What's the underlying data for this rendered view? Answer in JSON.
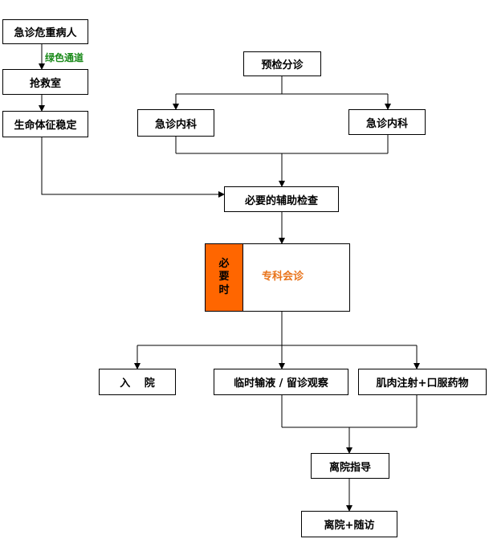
{
  "nodes": {
    "critical_patient": "急诊危重病人",
    "green_channel": "绿色通道",
    "rescue_room": "抢救室",
    "vitals_stable": "生命体征稳定",
    "triage": "预检分诊",
    "er_internal_left": "急诊内科",
    "er_internal_right": "急诊内科",
    "aux_exam": "必要的辅助检查",
    "when_needed": "必要时",
    "specialist_consult": "专科会诊",
    "admit": "入　 院",
    "iv_observation": "临时输液 / 留诊观察",
    "im_injection_oral": "肌肉注射+口服药物",
    "discharge_guidance": "离院指导",
    "discharge_followup": "离院+随访"
  },
  "colors": {
    "accent_orange": "#ff6600",
    "consult_text": "#e8731a",
    "green_label": "#1a8a1a"
  }
}
